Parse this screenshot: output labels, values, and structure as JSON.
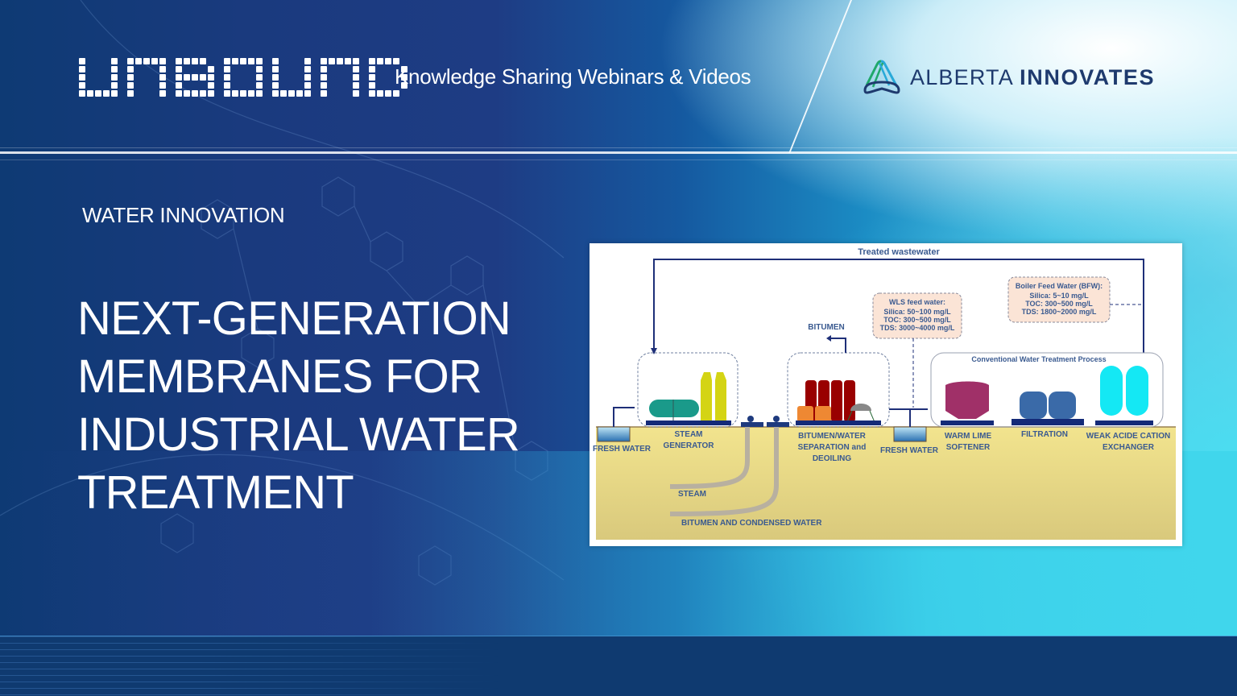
{
  "header": {
    "brand": "UNBOUND",
    "tagline": "Knowledge Sharing Webinars & Videos",
    "partner_logo": {
      "icon": "alberta-innovates-triangle-icon",
      "text_light": "ALBERTA",
      "text_bold": "INNOVATES"
    }
  },
  "main": {
    "category": "WATER INNOVATION",
    "title_lines": [
      "NEXT-GENERATION",
      "MEMBRANES FOR",
      "INDUSTRIAL WATER",
      "TREATMENT"
    ]
  },
  "diagram": {
    "loop_label": "Treated wastewater",
    "bitumen_label": "BITUMEN",
    "wls_box": {
      "title": "WLS feed water:",
      "lines": [
        "Silica: 50~100 mg/L",
        "TOC: 300~500 mg/L",
        "TDS: 3000~4000 mg/L"
      ]
    },
    "bfw_box": {
      "title": "Boiler Feed Water (BFW):",
      "lines": [
        "Silica: 5~10 mg/L",
        "TOC: 300~500 mg/L",
        "TDS: 1800~2000 mg/L"
      ]
    },
    "process_group_label": "Conventional Water Treatment Process",
    "stations": [
      {
        "label": [
          "FRESH WATER"
        ]
      },
      {
        "label": [
          "STEAM",
          "GENERATOR"
        ]
      },
      {
        "label": [
          "BITUMEN/WATER",
          "SEPARATION and",
          "DEOILING"
        ]
      },
      {
        "label": [
          "FRESH WATER"
        ]
      },
      {
        "label": [
          "WARM LIME",
          "SOFTENER"
        ]
      },
      {
        "label": [
          "FILTRATION"
        ]
      },
      {
        "label": [
          "WEAK ACIDE CATION",
          "EXCHANGER"
        ]
      }
    ],
    "underground": {
      "steam_label": "STEAM",
      "bitumen_water_label": "BITUMEN AND CONDENSED WATER"
    },
    "colors": {
      "ground": "#eedf8a",
      "steam_drum": "#1a9a8a",
      "stacks": "#d4d414",
      "separator_tanks": "#990000",
      "orange_tanks": "#ee8833",
      "softener": "#a03068",
      "filters": "#3a6aa8",
      "exchangers": "#14e8f4",
      "line": "#1e2f78",
      "box_fill": "#fbe4d6"
    }
  }
}
